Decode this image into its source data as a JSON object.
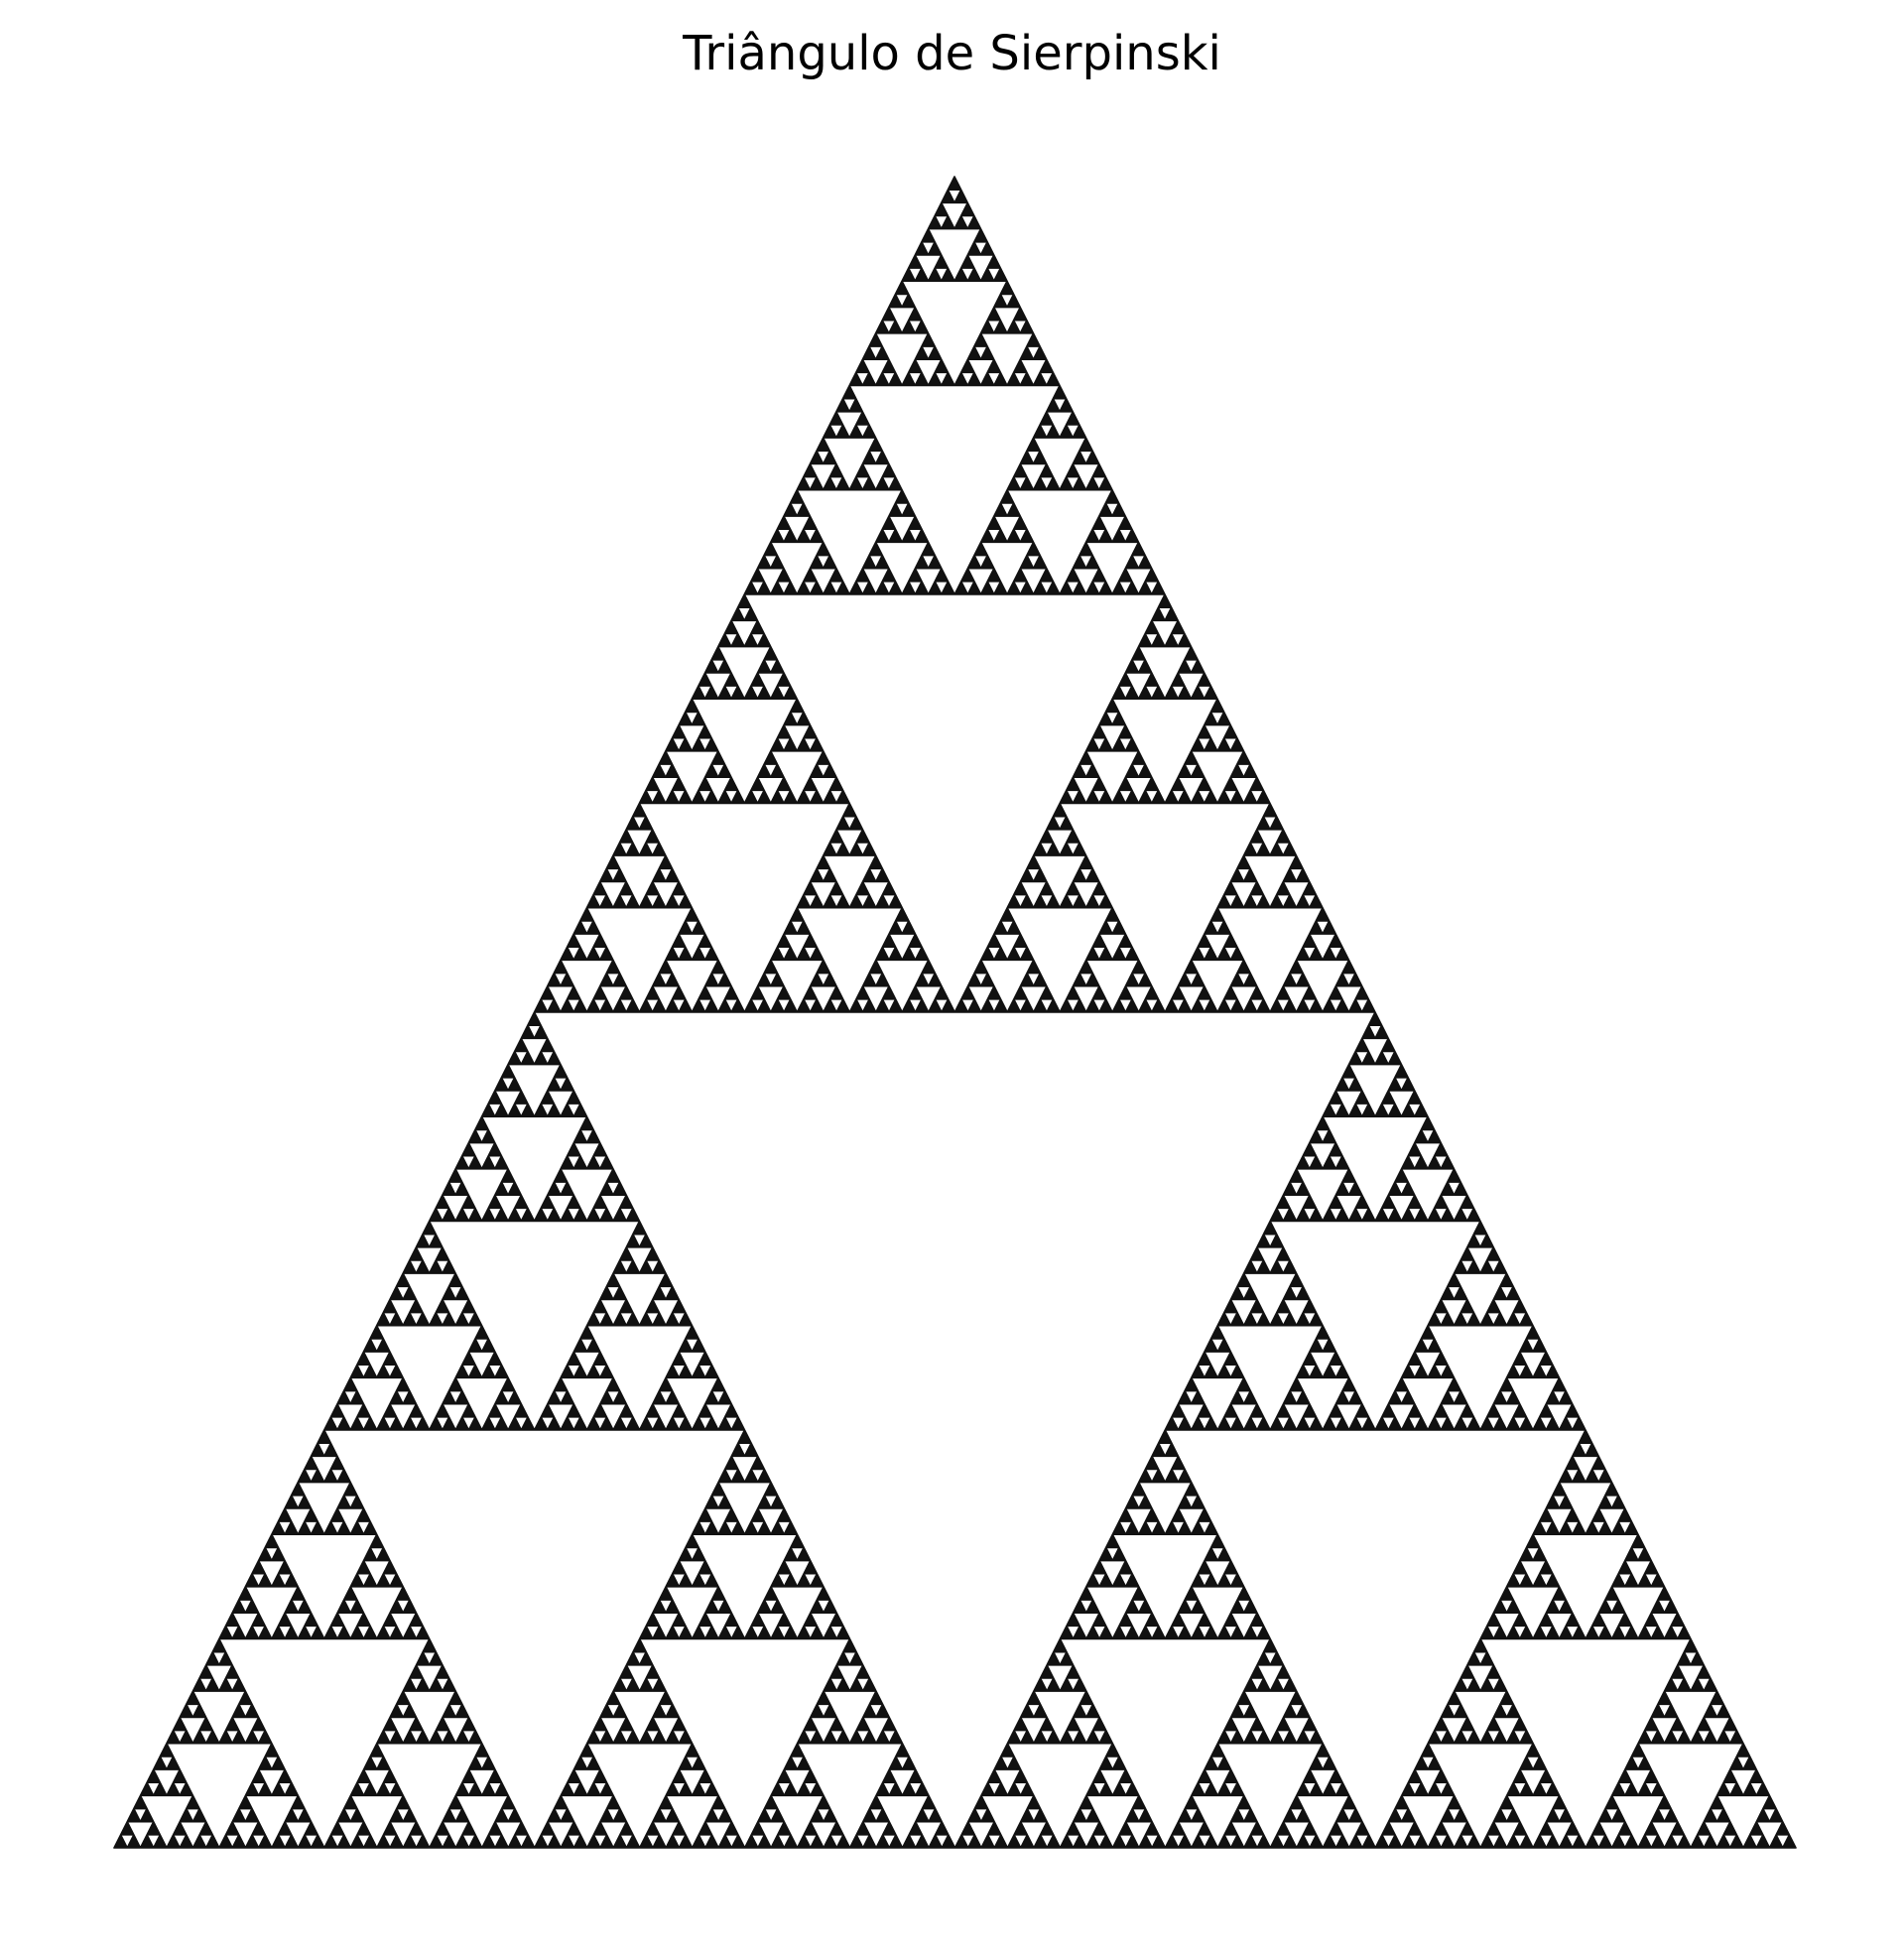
{
  "title": "Triângulo de Sierpinski",
  "fractal": {
    "name": "Sierpinski triangle",
    "depth": 7,
    "fill_color": "#111111",
    "background_color": "#ffffff"
  }
}
